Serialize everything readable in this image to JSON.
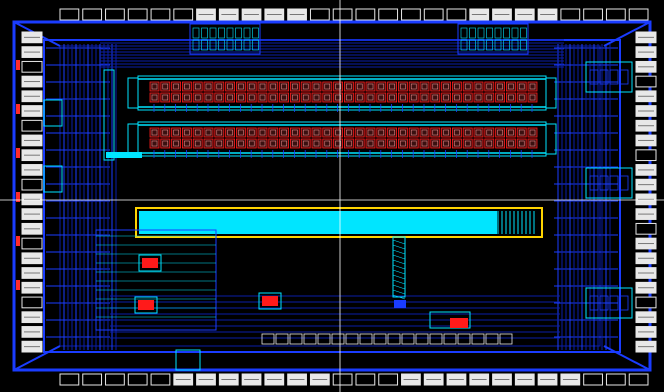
{
  "layout_view": {
    "colors": {
      "background": "#000000",
      "metal_blue": "#1a3cff",
      "metal_dark_blue": "#0a1ea8",
      "metal_cyan": "#00e5ff",
      "metal_yellow": "#ffd400",
      "metal_red": "#ff1a1a",
      "pad_fill": "#e8e8e8",
      "pad_stripe": "#ff2a2a",
      "crosshair": "#ffffff"
    },
    "pads": {
      "top_count": 26,
      "bottom_count": 26,
      "left_count": 22,
      "right_count": 22
    },
    "structures": [
      {
        "name": "upper-capacitor-array",
        "rows": 2,
        "columns": 36
      },
      {
        "name": "lower-capacitor-array",
        "rows": 2,
        "columns": 36
      },
      {
        "name": "large-cyan-block"
      },
      {
        "name": "left-analog-circuitry"
      },
      {
        "name": "bottom-logic-cells"
      }
    ]
  }
}
